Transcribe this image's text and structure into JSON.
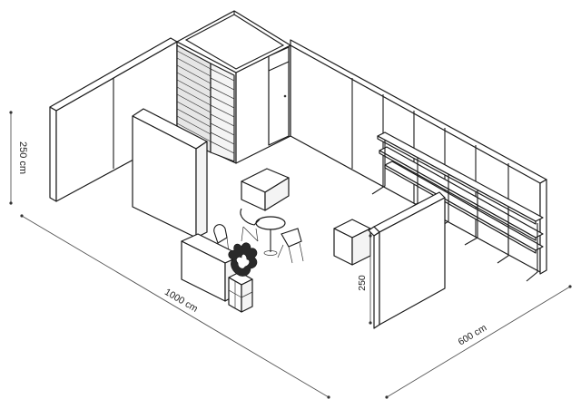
{
  "dimensions": {
    "height_left": "250 cm",
    "height_front": "250",
    "length": "1000 cm",
    "depth": "600 cm"
  }
}
